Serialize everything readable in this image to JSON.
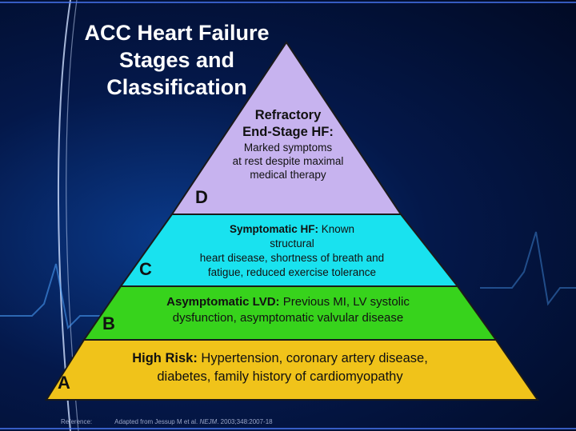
{
  "title_lines": [
    "ACC Heart Failure",
    "Stages and",
    "Classification"
  ],
  "stages": [
    {
      "letter": "D",
      "heading_lines": [
        "Refractory",
        "End-Stage HF:"
      ],
      "body_lines": [
        "Marked symptoms",
        "at rest despite maximal",
        "medical therapy"
      ],
      "color": "#c7b3ef"
    },
    {
      "letter": "C",
      "heading": "Symptomatic HF:",
      "line1_rest": " Known",
      "body_lines": [
        "structural",
        "heart disease, shortness of breath and",
        "fatigue, reduced exercise tolerance"
      ],
      "color": "#19e2ef"
    },
    {
      "letter": "B",
      "heading": "Asymptomatic LVD:",
      "line1_rest": " Previous MI, LV systolic",
      "body_lines": [
        "dysfunction, asymptomatic valvular disease"
      ],
      "color": "#37d31c"
    },
    {
      "letter": "A",
      "heading": "High Risk:",
      "line1_rest": " Hypertension, coronary artery disease,",
      "body_lines": [
        "diabetes, family history of cardiomyopathy"
      ],
      "color": "#f0c31a"
    }
  ],
  "reference": {
    "label": "Reference:",
    "text_prefix": "Adapted from Jessup M et al. ",
    "journal": "NEJM",
    "text_suffix": ". 2003;348:2007-18"
  },
  "colors": {
    "background": "#04184a",
    "border": "#1a1a1a",
    "title": "#ffffff"
  }
}
